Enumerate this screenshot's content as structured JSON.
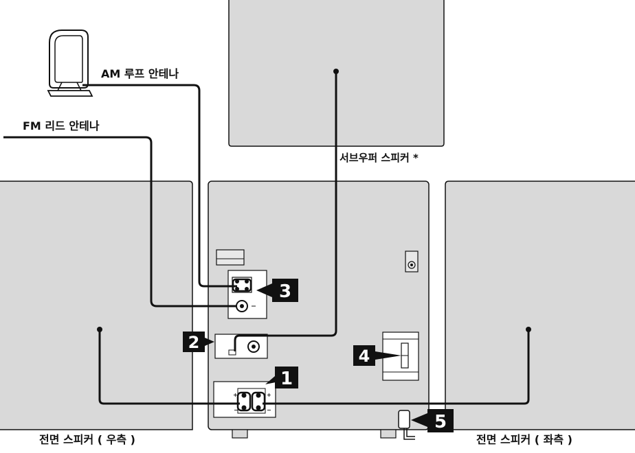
{
  "labels": {
    "am_antenna": "AM 루프 안테나",
    "fm_antenna": "FM 리드 안테나",
    "subwoofer": "서브우퍼 스피커 *",
    "front_right": "전면 스피커 ( 우측 )",
    "front_left": "전면 스피커 ( 좌측 )"
  },
  "callouts": [
    "1",
    "2",
    "3",
    "4",
    "5"
  ],
  "colors": {
    "panel_fill": "#d9d9d9",
    "line": "#111111",
    "callout_bg": "#111111",
    "callout_text": "#ffffff"
  }
}
